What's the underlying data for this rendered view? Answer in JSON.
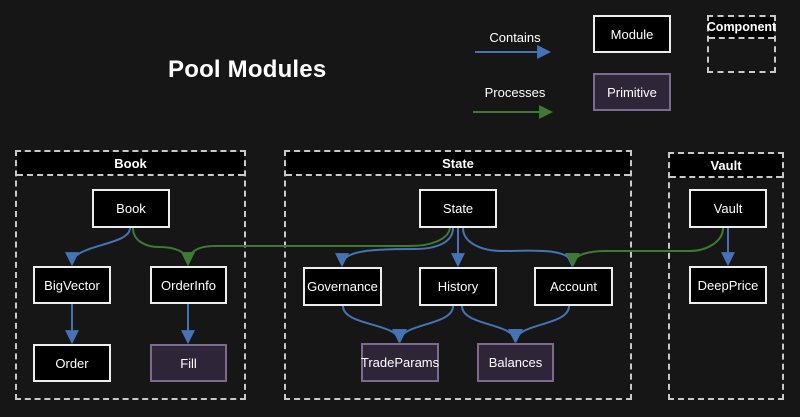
{
  "title": "Pool Modules",
  "legend": {
    "contains_label": "Contains",
    "processes_label": "Processes",
    "module_label": "Module",
    "primitive_label": "Primitive",
    "component_label": "Component"
  },
  "colors": {
    "background": "#161616",
    "module_fill": "#000000",
    "module_border": "#ededed",
    "primitive_fill": "#2e2539",
    "primitive_border": "#7d6b8f",
    "container_border": "#c9c9c9",
    "contains_arrow_blue": "#4573b4",
    "processes_arrow_green": "#3e7a33",
    "text": "#ffffff"
  },
  "containers": {
    "book": {
      "title": "Book"
    },
    "state": {
      "title": "State"
    },
    "vault": {
      "title": "Vault"
    }
  },
  "nodes": {
    "book": "Book",
    "bigVector": "BigVector",
    "orderInfo": "OrderInfo",
    "order": "Order",
    "fill": "Fill",
    "state": "State",
    "governance": "Governance",
    "history": "History",
    "account": "Account",
    "tradeParams": "TradeParams",
    "balances": "Balances",
    "vault": "Vault",
    "deepPrice": "DeepPrice"
  },
  "edges": [
    {
      "from": "Book",
      "to": "BigVector",
      "type": "contains"
    },
    {
      "from": "Book",
      "to": "OrderInfo",
      "type": "processes"
    },
    {
      "from": "State",
      "to": "OrderInfo",
      "type": "processes"
    },
    {
      "from": "BigVector",
      "to": "Order",
      "type": "contains"
    },
    {
      "from": "OrderInfo",
      "to": "Fill",
      "type": "contains"
    },
    {
      "from": "State",
      "to": "Governance",
      "type": "contains"
    },
    {
      "from": "State",
      "to": "History",
      "type": "contains"
    },
    {
      "from": "State",
      "to": "Account",
      "type": "contains"
    },
    {
      "from": "Governance",
      "to": "TradeParams",
      "type": "contains"
    },
    {
      "from": "History",
      "to": "TradeParams",
      "type": "contains"
    },
    {
      "from": "History",
      "to": "Balances",
      "type": "contains"
    },
    {
      "from": "Account",
      "to": "Balances",
      "type": "contains"
    },
    {
      "from": "Vault",
      "to": "DeepPrice",
      "type": "contains"
    },
    {
      "from": "Vault",
      "to": "Account",
      "type": "processes"
    }
  ]
}
